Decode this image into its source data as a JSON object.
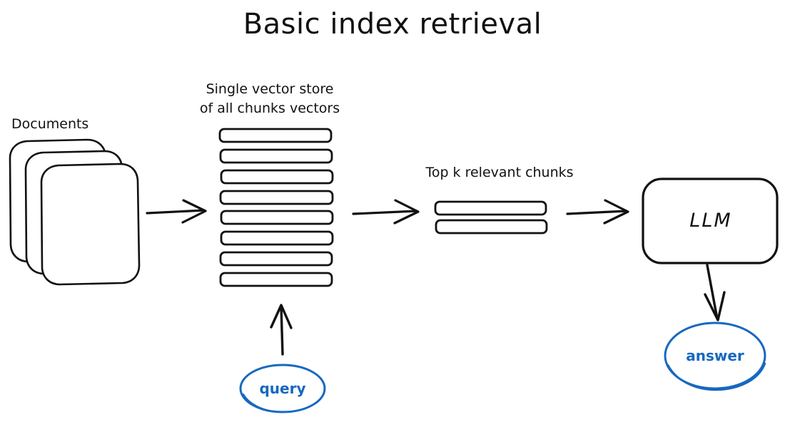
{
  "diagram": {
    "title": "Basic index retrieval",
    "background_color": "#ffffff",
    "ink_color": "#111111",
    "accent_color": "#1668c0",
    "style": "hand-drawn sketch"
  },
  "labels": {
    "documents": "Documents",
    "vector_store_line1": "Single vector store",
    "vector_store_line2": "of all chunks vectors",
    "top_k": "Top k relevant chunks"
  },
  "nodes": {
    "llm": "LLM",
    "query": "query",
    "answer": "answer"
  },
  "counts": {
    "document_sheets": 3,
    "vector_store_chunks": 8,
    "retrieved_chunks": 2
  },
  "flow": [
    {
      "from": "Documents",
      "to": "Single vector store of all chunks vectors",
      "arrow": "right"
    },
    {
      "from": "Single vector store of all chunks vectors",
      "to": "Top k relevant chunks",
      "arrow": "right"
    },
    {
      "from": "Top k relevant chunks",
      "to": "LLM",
      "arrow": "right"
    },
    {
      "from": "query",
      "to": "Single vector store of all chunks vectors",
      "arrow": "up"
    },
    {
      "from": "LLM",
      "to": "answer",
      "arrow": "down"
    }
  ]
}
